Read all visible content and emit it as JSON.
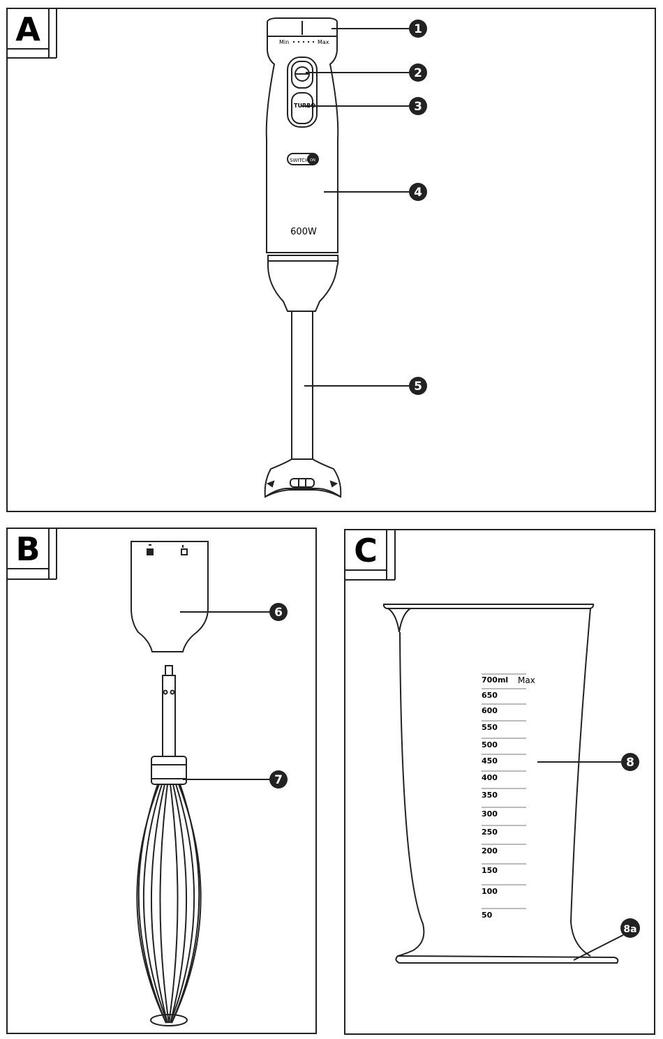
{
  "panels": {
    "a": {
      "label": "A"
    },
    "b": {
      "label": "B"
    },
    "c": {
      "label": "C"
    }
  },
  "blender": {
    "speed_min": "Min",
    "speed_max": "Max",
    "turbo": "TURBO",
    "brand": "SWITCH",
    "brand_on": "ON",
    "power": "600W"
  },
  "callouts": {
    "c1": "1",
    "c2": "2",
    "c3": "3",
    "c4": "4",
    "c5": "5",
    "c6": "6",
    "c7": "7",
    "c8": "8",
    "c8a": "8a"
  },
  "cup": {
    "max_label": "Max",
    "scale": [
      "700ml",
      "650",
      "600",
      "550",
      "500",
      "450",
      "400",
      "350",
      "300",
      "250",
      "200",
      "150",
      "100",
      "50"
    ]
  }
}
